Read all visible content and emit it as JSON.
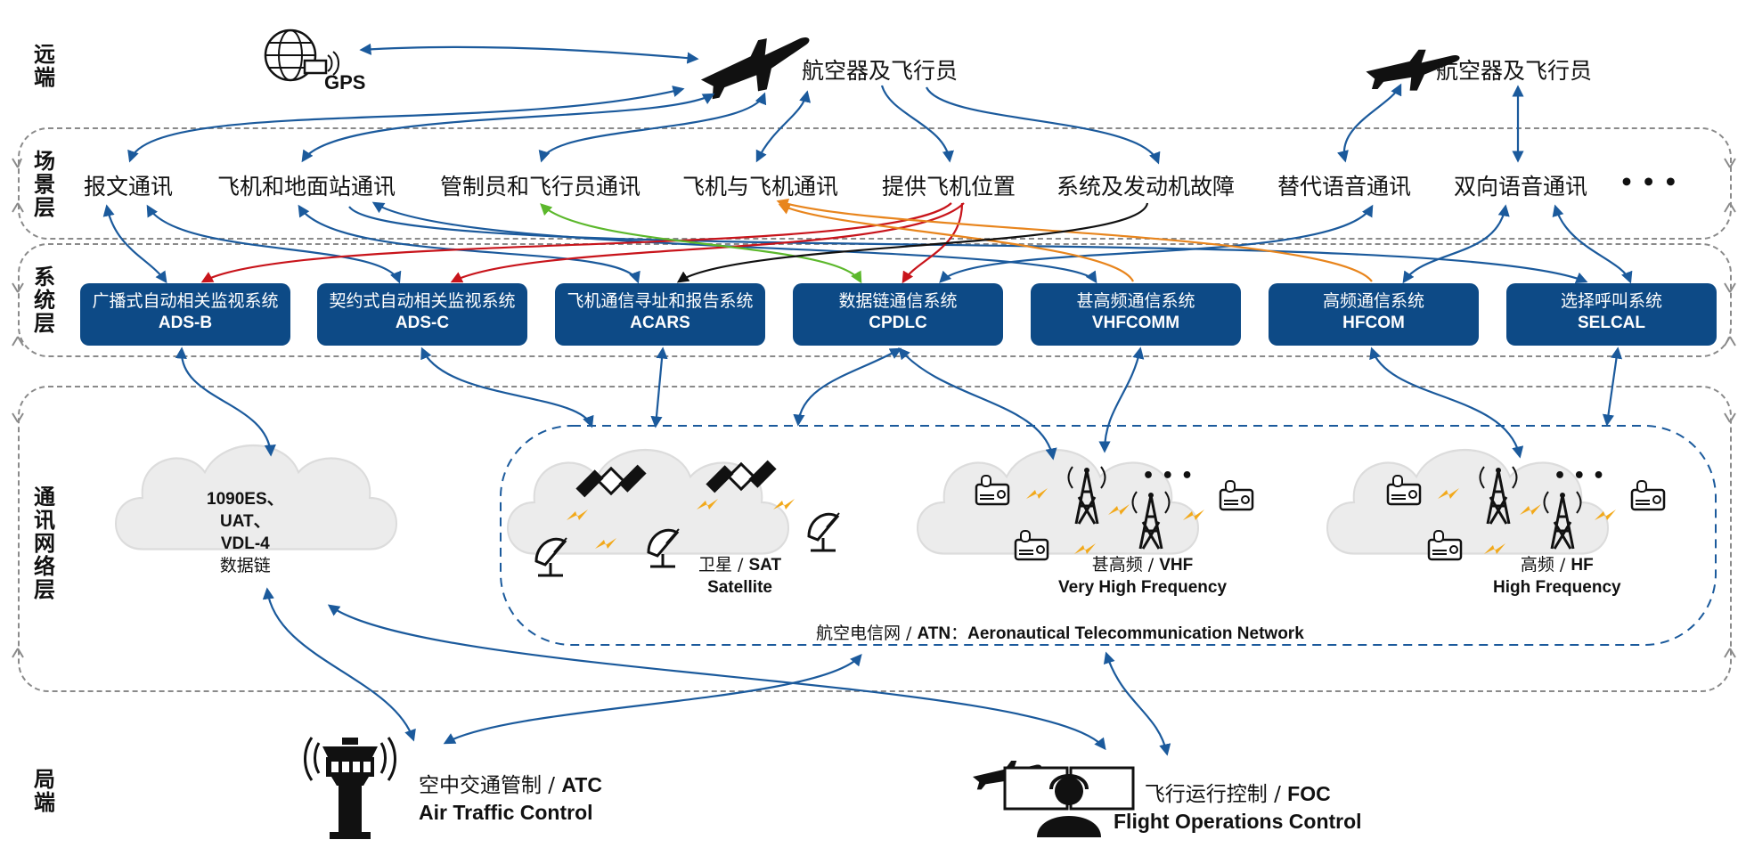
{
  "layers": {
    "remote": [
      "远",
      "端"
    ],
    "scene": [
      "场",
      "景",
      "层"
    ],
    "system": [
      "系",
      "统",
      "层"
    ],
    "network": [
      "通",
      "讯",
      "网",
      "络",
      "层"
    ],
    "local": [
      "局",
      "端"
    ]
  },
  "remote": {
    "gps_label": "GPS",
    "aircraft_main": "航空器及飞行员",
    "aircraft_right": "航空器及飞行员"
  },
  "scenes": [
    "报文通讯",
    "飞机和地面站通讯",
    "管制员和飞行员通讯",
    "飞机与飞机通讯",
    "提供飞机位置",
    "系统及发动机故障",
    "替代语音通讯",
    "双向语音通讯",
    "• • •"
  ],
  "systems": [
    {
      "cn": "广播式自动相关监视系统",
      "en": "ADS-B"
    },
    {
      "cn": "契约式自动相关监视系统",
      "en": "ADS-C"
    },
    {
      "cn": "飞机通信寻址和报告系统",
      "en": "ACARS"
    },
    {
      "cn": "数据链通信系统",
      "en": "CPDLC"
    },
    {
      "cn": "甚高频通信系统",
      "en": "VHFCOMM"
    },
    {
      "cn": "高频通信系统",
      "en": "HFCOM"
    },
    {
      "cn": "选择呼叫系统",
      "en": "SELCAL"
    }
  ],
  "network": {
    "datalink": [
      "1090ES、",
      "UAT、",
      "VDL-4",
      "数据链"
    ],
    "sat_cn": "卫星 / ",
    "sat_en": "SAT",
    "sat_en2": "Satellite",
    "vhf_cn": "甚高频 / ",
    "vhf_en": "VHF",
    "vhf_en2": "Very High Frequency",
    "hf_cn": "高频 / ",
    "hf_en": "HF",
    "hf_en2": "High Frequency",
    "atn_cn": "航空电信网 / ",
    "atn_en": "ATN",
    "atn_sep": "：",
    "atn_full": "Aeronautical Telecommunication Network",
    "dots": "• • •"
  },
  "local": {
    "atc_cn": "空中交通管制 / ",
    "atc_en": "ATC",
    "atc_full": "Air Traffic Control",
    "foc_cn": "飞行运行控制 / ",
    "foc_en": "FOC",
    "foc_full": "Flight Operations Control"
  },
  "colors": {
    "system_box": "#0d4a86",
    "arrow_blue": "#1b5a9c",
    "arrow_red": "#c8141b",
    "arrow_orange": "#e8851d",
    "arrow_green": "#5cb82c",
    "arrow_black": "#111111",
    "cloud": "#ececec",
    "lightning": "#f2a91b"
  }
}
